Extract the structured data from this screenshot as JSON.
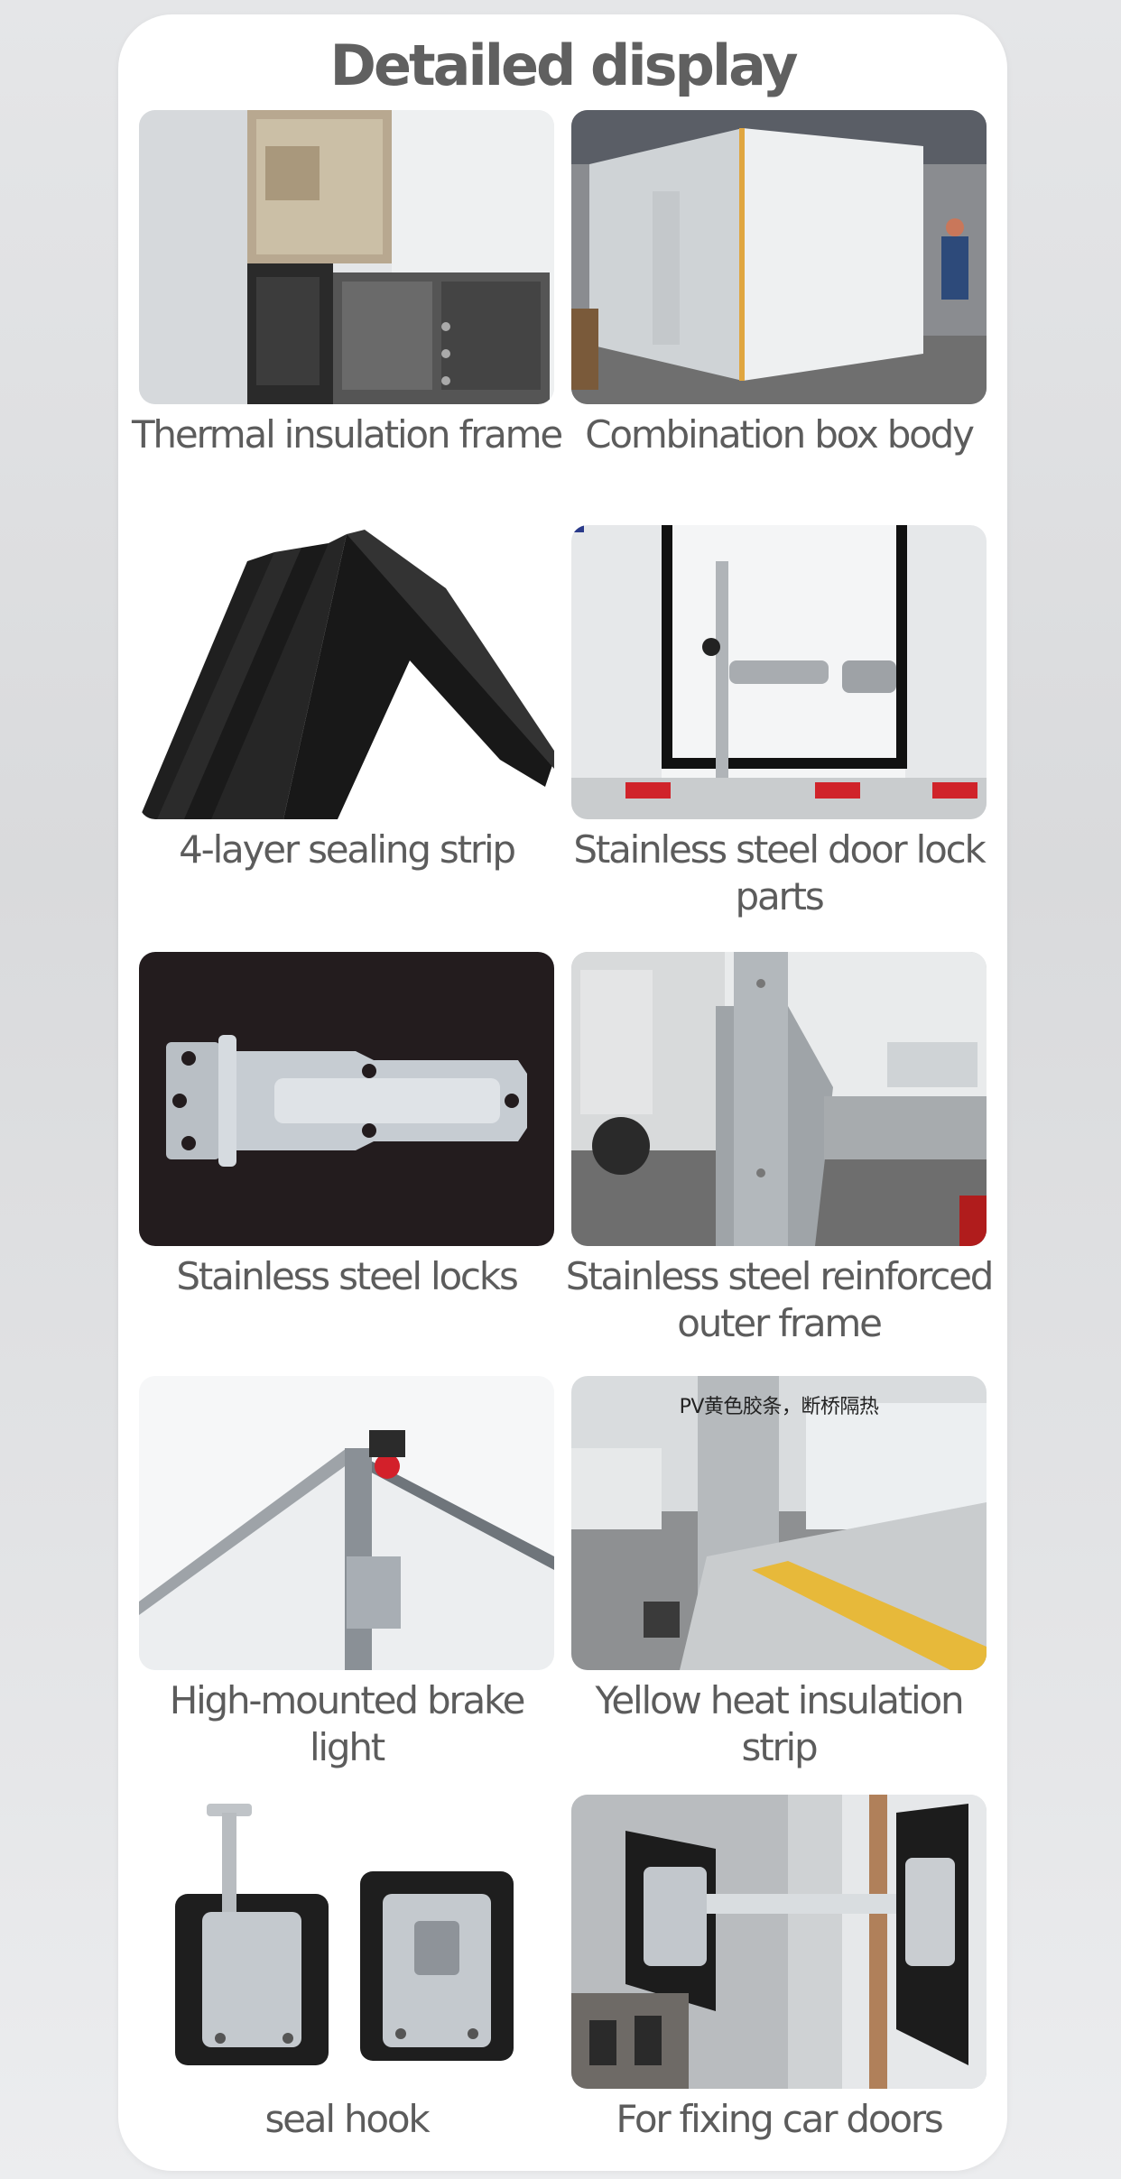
{
  "page": {
    "title": "Detailed display"
  },
  "items": [
    {
      "caption": "Thermal insulation frame",
      "image": "thermal-insulation-frame-photo"
    },
    {
      "caption": "Combination box body",
      "image": "combination-box-body-photo"
    },
    {
      "caption": "4-layer sealing strip",
      "image": "sealing-strip-photo"
    },
    {
      "caption": "Stainless steel door lock parts",
      "image": "door-lock-parts-photo"
    },
    {
      "caption": "Stainless steel locks",
      "image": "stainless-hinge-photo"
    },
    {
      "caption": "Stainless steel reinforced outer frame",
      "image": "reinforced-frame-photo"
    },
    {
      "caption": "High-mounted brake light",
      "image": "brake-light-photo"
    },
    {
      "caption": "Yellow heat insulation strip",
      "image": "heat-insulation-strip-photo",
      "overlay": "PV黄色胶条，断桥隔热"
    },
    {
      "caption": "seal hook",
      "image": "seal-hook-photo"
    },
    {
      "caption": "For fixing car doors",
      "image": "door-holder-photo"
    }
  ]
}
